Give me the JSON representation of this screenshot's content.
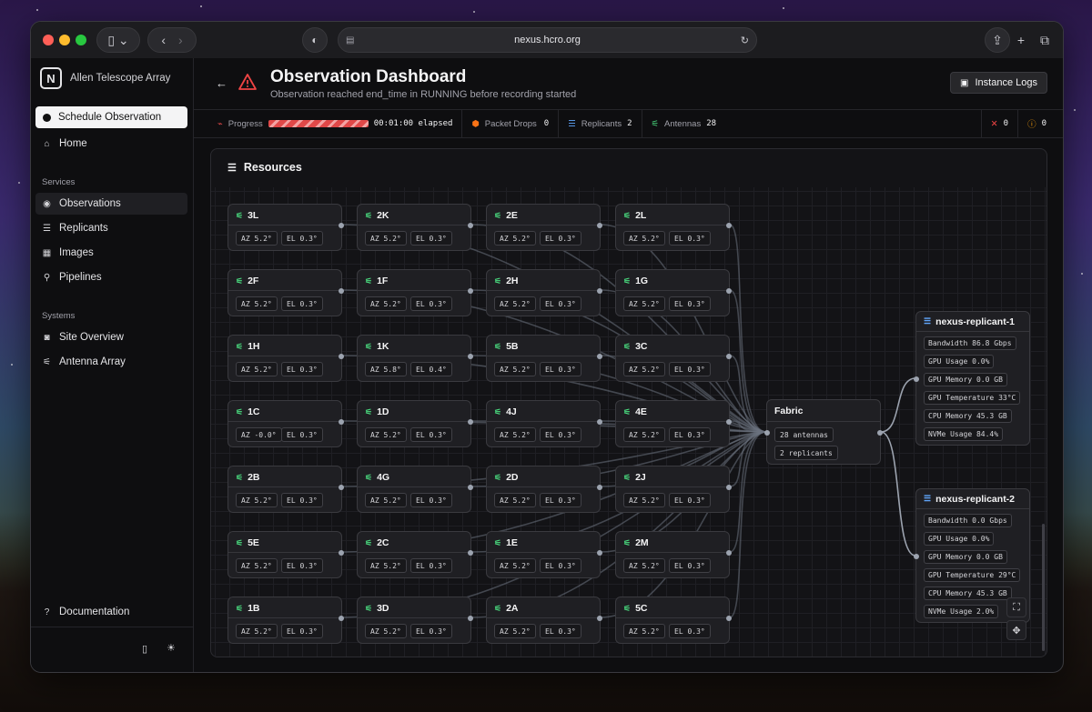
{
  "browser": {
    "url": "nexus.hcro.org"
  },
  "sidebar": {
    "org_name": "Allen Telescope Array",
    "logo_letter": "N",
    "schedule_button": "Schedule Observation",
    "home": "Home",
    "services_heading": "Services",
    "services": [
      "Observations",
      "Replicants",
      "Images",
      "Pipelines"
    ],
    "systems_heading": "Systems",
    "systems": [
      "Site Overview",
      "Antenna Array"
    ],
    "documentation": "Documentation"
  },
  "header": {
    "title": "Observation Dashboard",
    "subtitle": "Observation reached end_time in RUNNING before recording started",
    "instance_logs": "Instance Logs"
  },
  "status": {
    "progress_label": "Progress",
    "progress_fraction": 1.0,
    "elapsed": "00:01:00 elapsed",
    "packet_drops_label": "Packet Drops",
    "packet_drops": "0",
    "replicants_label": "Replicants",
    "replicants": "2",
    "antennas_label": "Antennas",
    "antennas": "28",
    "errors": "0",
    "warnings": "0"
  },
  "resources": {
    "title": "Resources",
    "antennas": [
      {
        "name": "3L",
        "az": "AZ 5.2°",
        "el": "EL 0.3°"
      },
      {
        "name": "2K",
        "az": "AZ 5.2°",
        "el": "EL 0.3°"
      },
      {
        "name": "2E",
        "az": "AZ 5.2°",
        "el": "EL 0.3°"
      },
      {
        "name": "2L",
        "az": "AZ 5.2°",
        "el": "EL 0.3°"
      },
      {
        "name": "2F",
        "az": "AZ 5.2°",
        "el": "EL 0.3°"
      },
      {
        "name": "1F",
        "az": "AZ 5.2°",
        "el": "EL 0.3°"
      },
      {
        "name": "2H",
        "az": "AZ 5.2°",
        "el": "EL 0.3°"
      },
      {
        "name": "1G",
        "az": "AZ 5.2°",
        "el": "EL 0.3°"
      },
      {
        "name": "1H",
        "az": "AZ 5.2°",
        "el": "EL 0.3°"
      },
      {
        "name": "1K",
        "az": "AZ 5.8°",
        "el": "EL 0.4°"
      },
      {
        "name": "5B",
        "az": "AZ 5.2°",
        "el": "EL 0.3°"
      },
      {
        "name": "3C",
        "az": "AZ 5.2°",
        "el": "EL 0.3°"
      },
      {
        "name": "1C",
        "az": "AZ -0.0°",
        "el": "EL 0.3°"
      },
      {
        "name": "1D",
        "az": "AZ 5.2°",
        "el": "EL 0.3°"
      },
      {
        "name": "4J",
        "az": "AZ 5.2°",
        "el": "EL 0.3°"
      },
      {
        "name": "4E",
        "az": "AZ 5.2°",
        "el": "EL 0.3°"
      },
      {
        "name": "2B",
        "az": "AZ 5.2°",
        "el": "EL 0.3°"
      },
      {
        "name": "4G",
        "az": "AZ 5.2°",
        "el": "EL 0.3°"
      },
      {
        "name": "2D",
        "az": "AZ 5.2°",
        "el": "EL 0.3°"
      },
      {
        "name": "2J",
        "az": "AZ 5.2°",
        "el": "EL 0.3°"
      },
      {
        "name": "5E",
        "az": "AZ 5.2°",
        "el": "EL 0.3°"
      },
      {
        "name": "2C",
        "az": "AZ 5.2°",
        "el": "EL 0.3°"
      },
      {
        "name": "1E",
        "az": "AZ 5.2°",
        "el": "EL 0.3°"
      },
      {
        "name": "2M",
        "az": "AZ 5.2°",
        "el": "EL 0.3°"
      },
      {
        "name": "1B",
        "az": "AZ 5.2°",
        "el": "EL 0.3°"
      },
      {
        "name": "3D",
        "az": "AZ 5.2°",
        "el": "EL 0.3°"
      },
      {
        "name": "2A",
        "az": "AZ 5.2°",
        "el": "EL 0.3°"
      },
      {
        "name": "5C",
        "az": "AZ 5.2°",
        "el": "EL 0.3°"
      }
    ],
    "fabric": {
      "title": "Fabric",
      "antennas": "28 antennas",
      "replicants": "2 replicants"
    },
    "replicants": [
      {
        "name": "nexus-replicant-1",
        "stats": [
          "Bandwidth 86.8 Gbps",
          "GPU Usage 0.0%",
          "GPU Memory 0.0 GB",
          "GPU Temperature 33°C",
          "CPU Memory 45.3 GB",
          "NVMe Usage 84.4%"
        ]
      },
      {
        "name": "nexus-replicant-2",
        "stats": [
          "Bandwidth 0.0 Gbps",
          "GPU Usage 0.0%",
          "GPU Memory 0.0 GB",
          "GPU Temperature 29°C",
          "CPU Memory 45.3 GB",
          "NVMe Usage 2.0%"
        ]
      }
    ]
  },
  "colors": {
    "accent_red": "#e04848",
    "antenna_green": "#4ade80",
    "replicant_blue": "#60a5fa",
    "warning_amber": "#f59e0b"
  }
}
